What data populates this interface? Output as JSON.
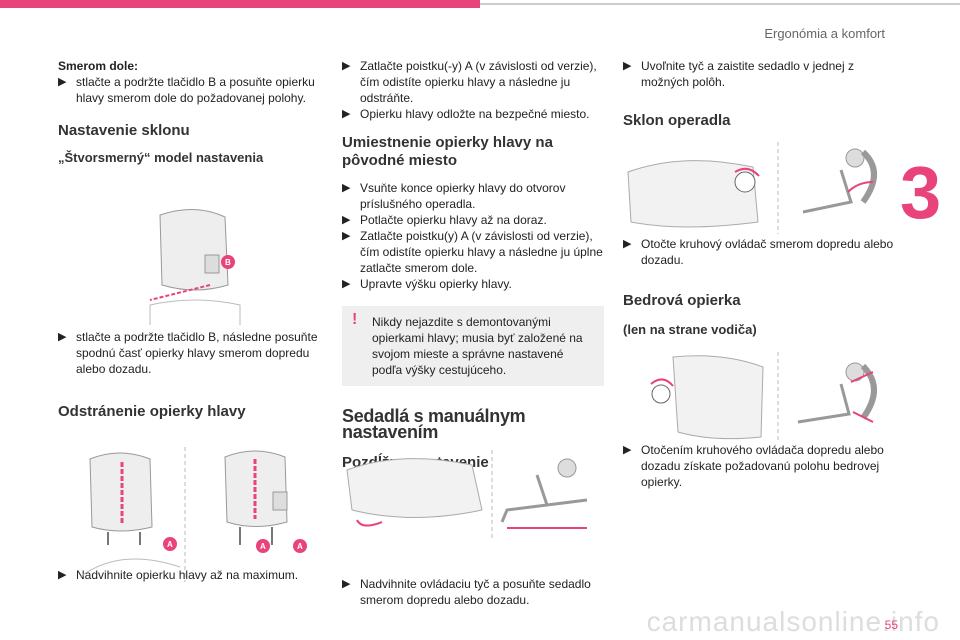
{
  "header": {
    "title": "Ergonómia a komfort",
    "chapter": "3",
    "page": "55",
    "watermark": "carmanualsonline.info"
  },
  "col1": {
    "dir_down_heading": "Smerom dole:",
    "dir_down_bullet": "stlačte a podržte tlačidlo B a posuňte opierku hlavy smerom dole do požadovanej polohy.",
    "tilt_heading": "Nastavenie sklonu",
    "fourway_heading": "„Štvorsmerný“ model nastavenia",
    "fourway_bullet": "stlačte a podržte tlačidlo B, následne posuňte spodnú časť opierky hlavy smerom dopredu alebo dozadu.",
    "removal_heading": "Odstránenie opierky hlavy",
    "removal_bullet": "Nadvihnite opierku hlavy až na maximum.",
    "label_a": "A",
    "label_b": "B"
  },
  "col2": {
    "b1": "Zatlačte poistku(-y) A (v závislosti od verzie), čím odistíte opierku hlavy a následne ju odstráňte.",
    "b2": "Opierku hlavy odložte na bezpečné miesto.",
    "replace_heading": "Umiestnenie opierky hlavy na pôvodné miesto",
    "r1": "Vsuňte konce opierky hlavy do otvorov príslušného operadla.",
    "r2": "Potlačte opierku hlavy až na doraz.",
    "r3": "Zatlačte poistku(y) A (v závislosti od verzie), čím odistíte opierku hlavy a následne ju úplne zatlačte smerom dole.",
    "r4": "Upravte výšku opierky hlavy.",
    "warning": "Nikdy nejazdite s demontovanými opierkami hlavy; musia byť založené na svojom mieste a správne nastavené podľa výšky cestujúceho.",
    "manual_heading": "Sedadlá s manuálnym nastavením",
    "longitudinal_heading": "Pozdĺžne nastavenie",
    "longitudinal_bullet": "Nadvihnite ovládaciu tyč a posuňte sedadlo smerom dopredu alebo dozadu."
  },
  "col3": {
    "top_bullet": "Uvoľnite tyč a zaistite sedadlo v jednej z možných polôh.",
    "backrest_heading": "Sklon operadla",
    "backrest_bullet": "Otočte kruhový ovládač smerom dopredu alebo dozadu.",
    "lumbar_heading": "Bedrová opierka",
    "lumbar_sub": "(len na strane vodiča)",
    "lumbar_bullet": "Otočením kruhového ovládača dopredu alebo dozadu získate požadovanú polohu bedrovej opierky."
  },
  "colors": {
    "accent": "#e8437a",
    "note_bg": "#efefef"
  }
}
